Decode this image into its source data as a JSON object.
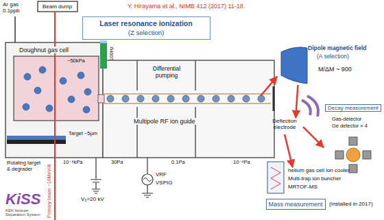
{
  "diagram": {
    "nodes": [
      {
        "text": [
          "Laser resonance ionization",
          "(Z selection)"
        ]
      },
      {
        "text": [
          "Doughnut gas cell",
          "~50kPa"
        ]
      },
      {
        "text": [
          "Multipole RF ion guide"
        ]
      },
      {
        "text": [
          "Dipole magnetic field",
          "(A selection)",
          "M/ΔM ~ 900"
        ]
      },
      {
        "text": [
          "Deflection electrode"
        ]
      },
      {
        "text": [
          "Decay measurement",
          "Gas-detector",
          "Ge detector × 4"
        ]
      },
      {
        "text": [
          "helium gas cell ion cooler",
          "Multi-trap ion buncher",
          "MRTOF-MS"
        ]
      },
      {
        "text": [
          "Mass measurement"
        ]
      }
    ],
    "edges": [
      {
        "from": 2,
        "to": 3,
        "arrow": "to"
      },
      {
        "from": 3,
        "to": 4,
        "arrow": "to"
      },
      {
        "from": 4,
        "to": 5,
        "arrow": "to"
      },
      {
        "from": 4,
        "to": 6,
        "arrow": "to"
      }
    ],
    "labels": [
      "Ar gas 0.1ppb",
      "Beam dump",
      "Y. Hirayama et al., NIMB 412 (2017) 11-18.",
      "100Hz",
      "Differential pumping",
      "Target ~5µm",
      "Rotating target & degrader",
      "10⁻⁴kPa",
      "30Pa",
      "0.1Pa",
      "10⁻⁴Pa",
      "Primary beam ~10MeV/A",
      "VRF",
      "VSPIG",
      "V₀=20 kV",
      "(Installed in 2017)",
      "KiSS",
      "KEK Isotope Separation System"
    ]
  }
}
